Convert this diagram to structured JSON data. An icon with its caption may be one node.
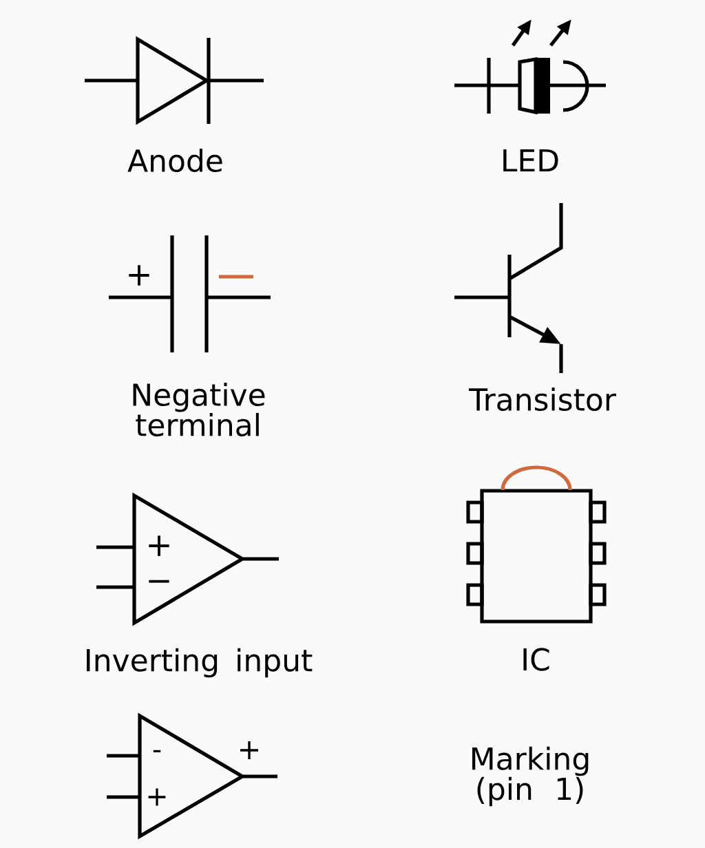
{
  "diagram": {
    "labels": [
      "Anode",
      "LED",
      "+",
      "Negative terminal",
      "Transistor",
      "+",
      "−",
      "Inverting input",
      "IC",
      "-",
      "+",
      "+",
      "Marking (pin 1)"
    ]
  }
}
